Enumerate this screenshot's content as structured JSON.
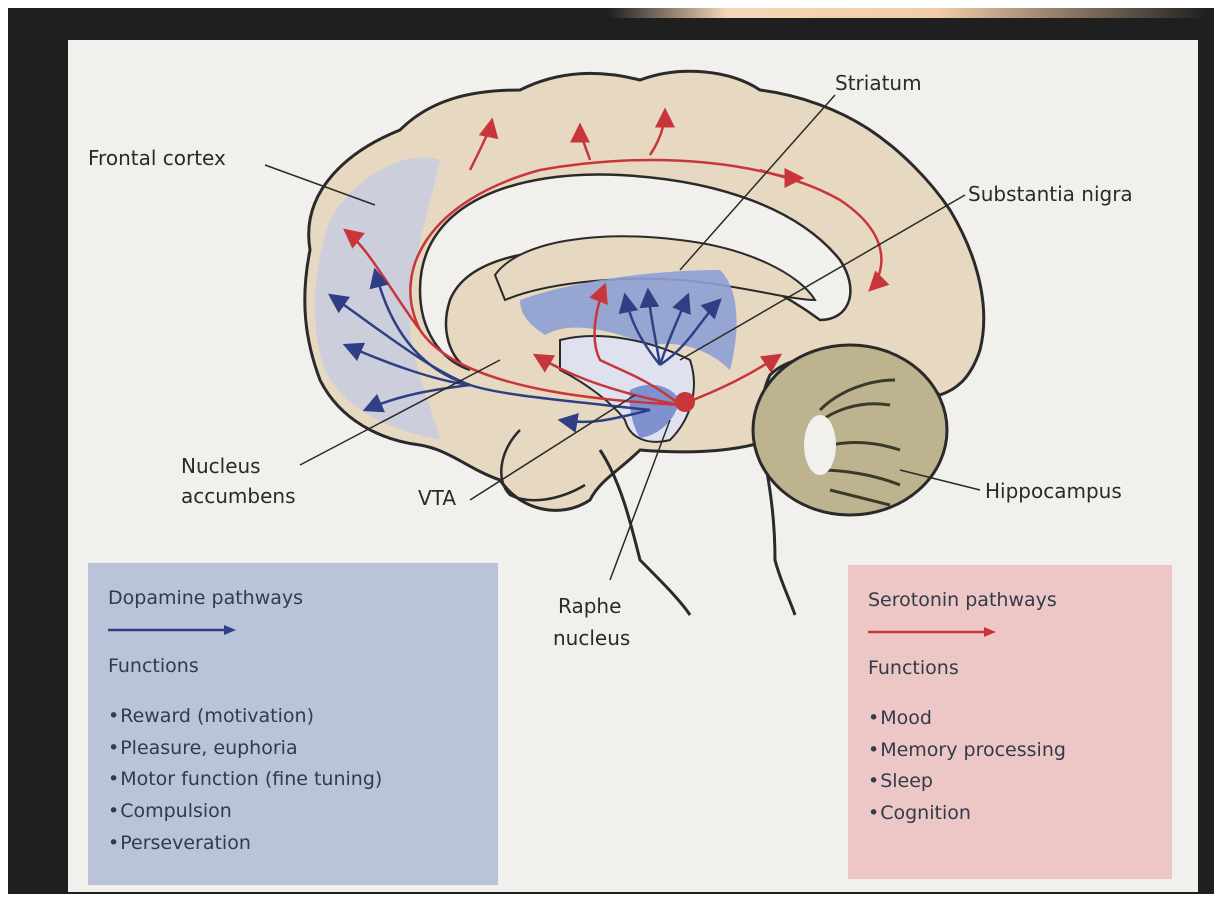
{
  "labels": {
    "frontal_cortex": "Frontal cortex",
    "striatum": "Striatum",
    "substantia_nigra": "Substantia nigra",
    "nucleus_accumbens_line1": "Nucleus",
    "nucleus_accumbens_line2": "accumbens",
    "vta": "VTA",
    "raphe_line1": "Raphe",
    "raphe_line2": "nucleus",
    "hippocampus": "Hippocampus"
  },
  "dopamine_box": {
    "title": "Dopamine pathways",
    "functions_heading": "Functions",
    "functions": [
      "Reward (motivation)",
      "Pleasure, euphoria",
      "Motor function (fine tuning)",
      "Compulsion",
      "Perseveration"
    ],
    "color": "#2e3f86",
    "box_color": "#b9c3d9"
  },
  "serotonin_box": {
    "title": "Serotonin pathways",
    "functions_heading": "Functions",
    "functions": [
      "Mood",
      "Memory processing",
      "Sleep",
      "Cognition"
    ],
    "color": "#c8363c",
    "box_color": "#ecc7c6"
  },
  "colors": {
    "brain_fill": "#e7d8c1",
    "cerebellum_fill": "#bdb48f",
    "dopamine_region": "#8ea0d4",
    "serotonin_arrow": "#c8363c",
    "dopamine_arrow": "#2e3f86"
  }
}
